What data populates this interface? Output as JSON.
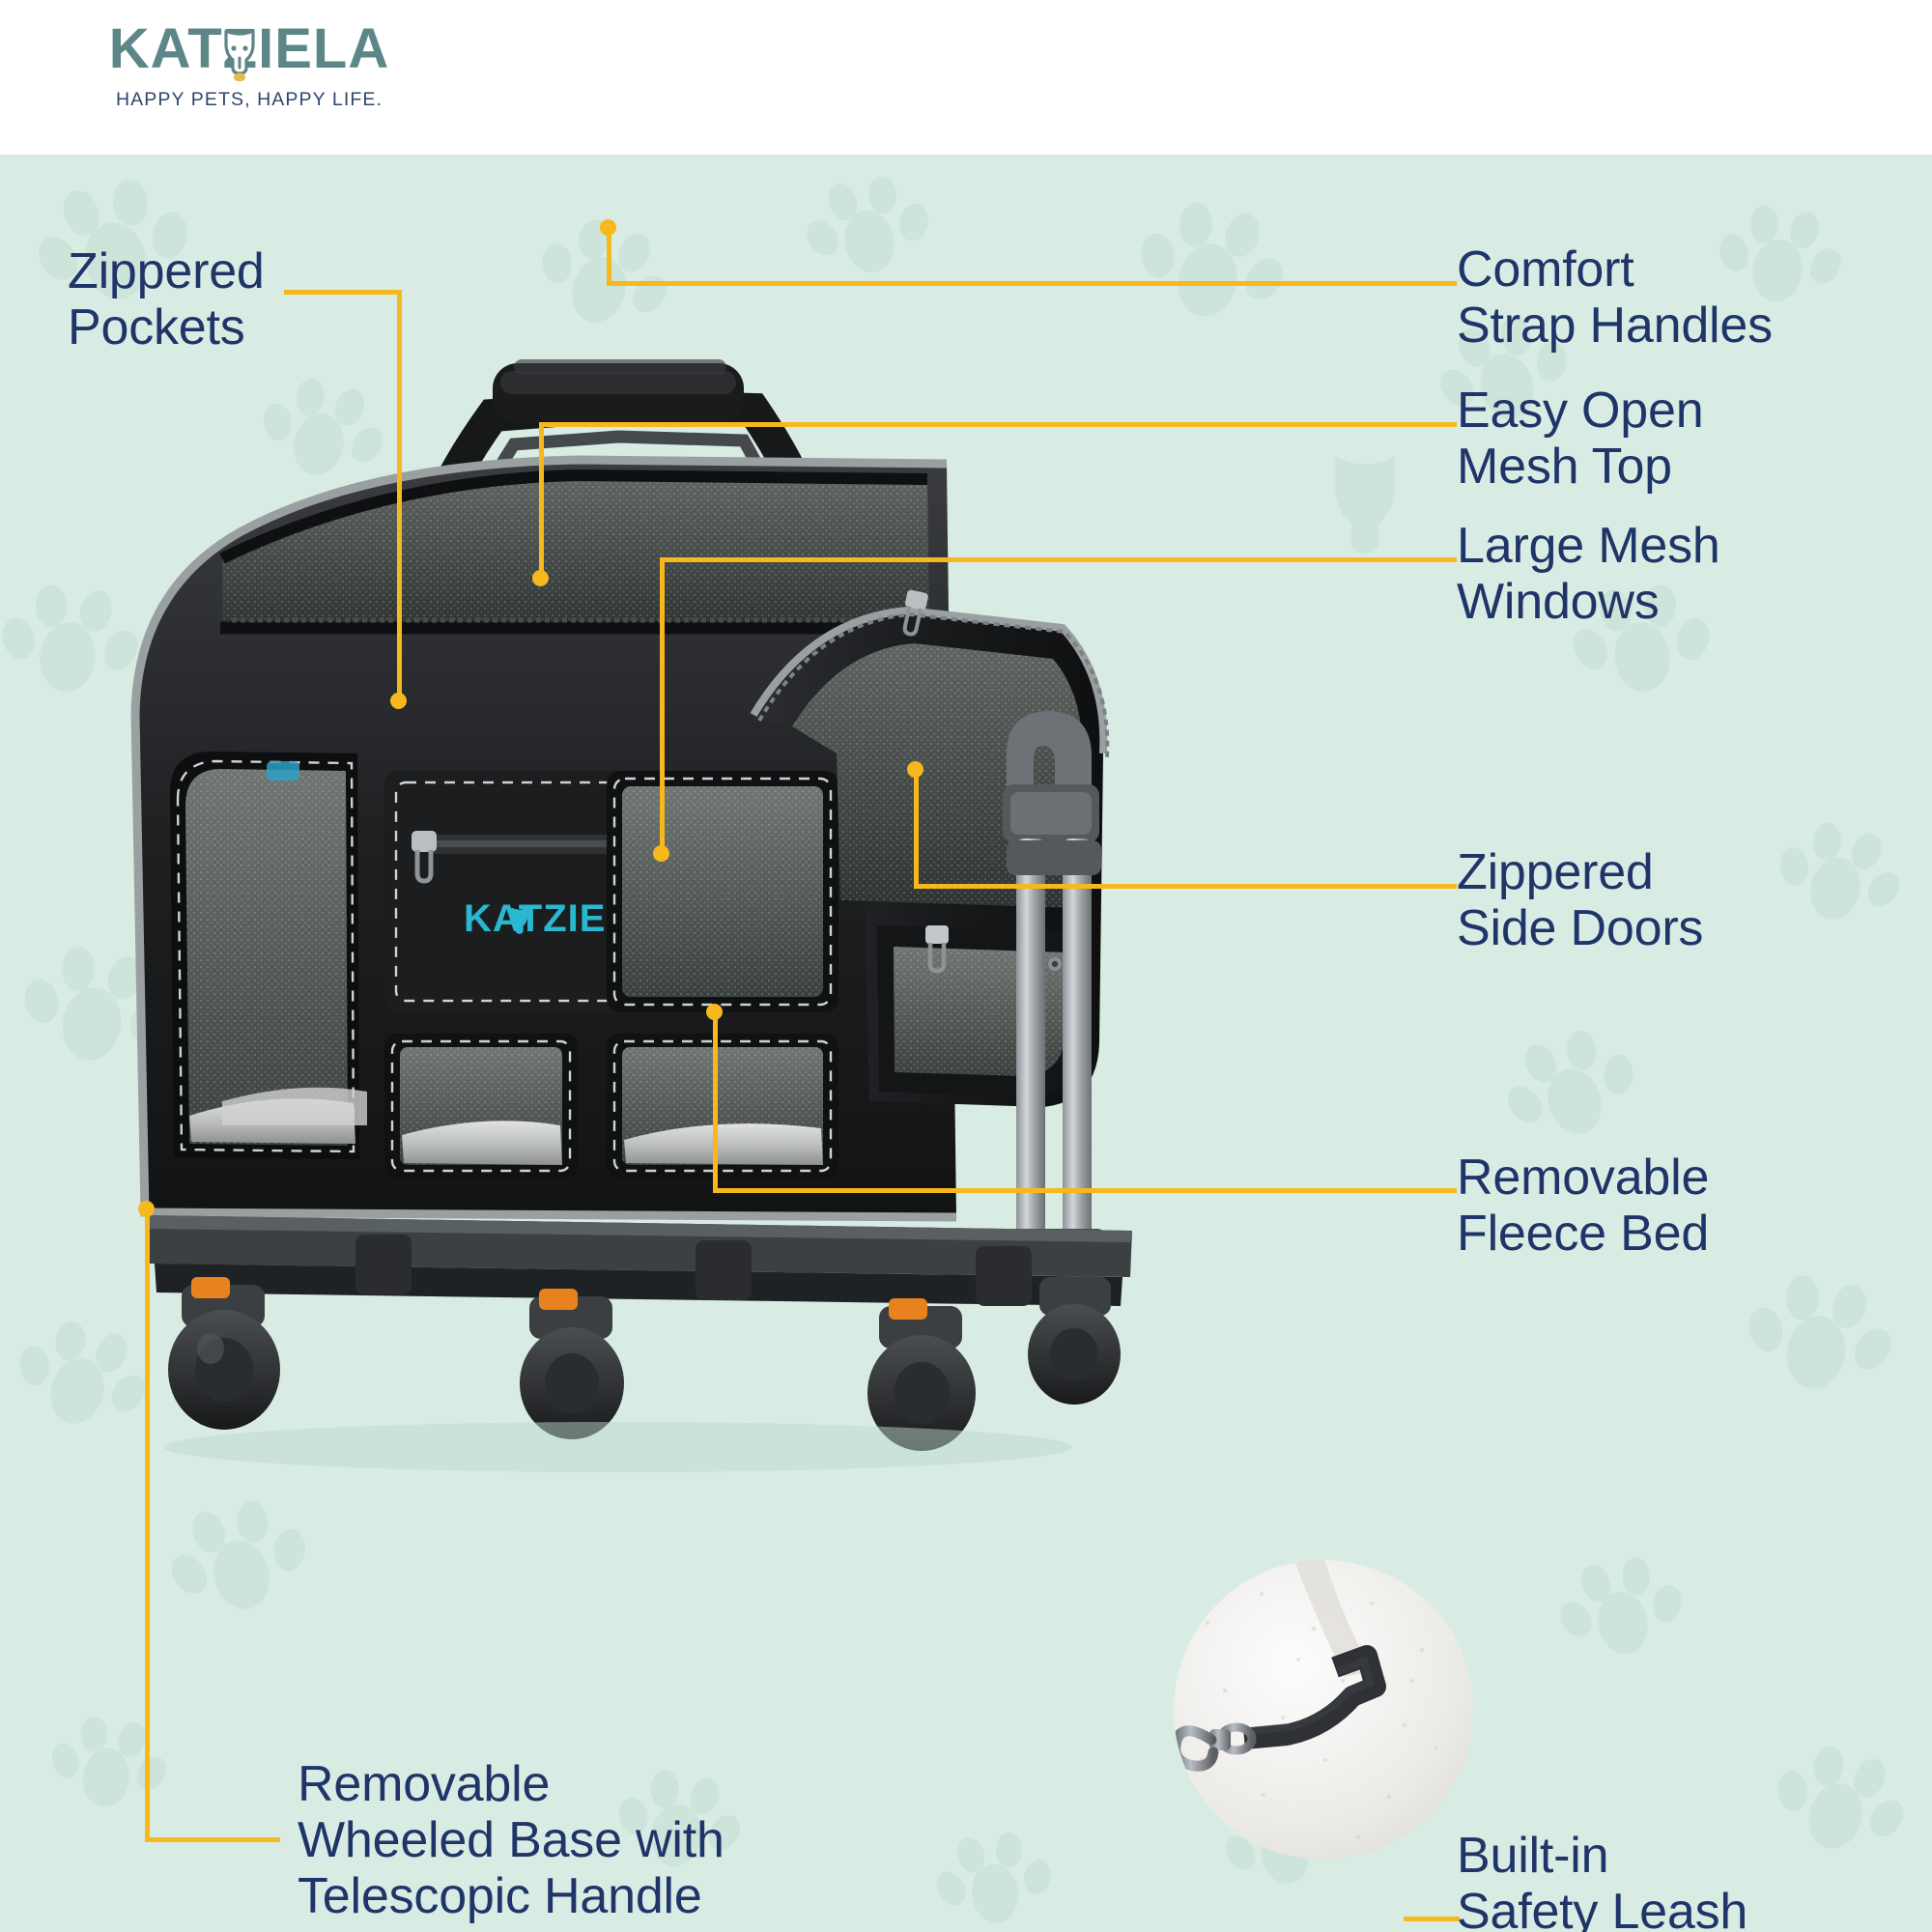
{
  "brand": {
    "name": "KATZIELA",
    "tagline": "HAPPY PETS, HAPPY LIFE.",
    "logo_color": "#5d8688",
    "tagline_color": "#31446e",
    "paw_accent_color": "#e9b949"
  },
  "theme": {
    "background": "#d9ece3",
    "header_background": "#ffffff",
    "label_color": "#1f3468",
    "leader_line_color": "#f6b81c",
    "product_logo_color": "#29b8d0"
  },
  "product": {
    "front_panel_logo": "KATZIELA"
  },
  "callouts": [
    {
      "id": "zippered-pockets",
      "text": "Zippered\nPockets",
      "side": "left"
    },
    {
      "id": "comfort-strap-handles",
      "text": "Comfort\nStrap Handles",
      "side": "right"
    },
    {
      "id": "easy-open-mesh-top",
      "text": "Easy Open\nMesh Top",
      "side": "right"
    },
    {
      "id": "large-mesh-windows",
      "text": "Large Mesh\nWindows",
      "side": "right"
    },
    {
      "id": "zippered-side-doors",
      "text": "Zippered\nSide Doors",
      "side": "right"
    },
    {
      "id": "removable-fleece-bed",
      "text": "Removable\nFleece Bed",
      "side": "right"
    },
    {
      "id": "removable-wheeled-base",
      "text": "Removable\nWheeled Base with\nTelescopic Handle",
      "side": "left"
    },
    {
      "id": "built-in-safety-leash",
      "text": "Built-in\nSafety Leash",
      "side": "right"
    }
  ],
  "inset": {
    "id": "safety-leash-photo",
    "description": "Black safety leash with metal swivel clip on white fleece"
  }
}
